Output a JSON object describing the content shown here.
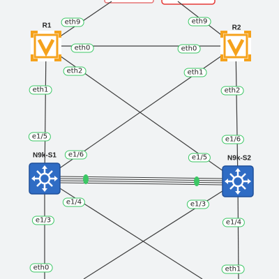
{
  "nodes": {
    "r1": {
      "label": "R1",
      "icon": "vyos-router-icon",
      "color": "#f5a21c"
    },
    "r2": {
      "label": "R2",
      "icon": "vyos-router-icon",
      "color": "#f5a21c"
    },
    "s1": {
      "label": "N9k-S1",
      "icon": "switch-icon",
      "color": "#2f6cc4"
    },
    "s2": {
      "label": "N9k-S2",
      "icon": "switch-icon",
      "color": "#2f6cc4"
    }
  },
  "interfaces": {
    "r1_top": "eth9",
    "r2_top": "eth9",
    "r1_r2_a": "eth0",
    "r1_r2_b": "eth0",
    "r1_down": "eth2",
    "r2_down": "eth1",
    "r1_s1": "eth1",
    "s1_r1": "e1/5",
    "r2_s2": "eth2",
    "s2_r2": "e1/6",
    "s1_r2": "e1/6",
    "s2_r1": "e1/5",
    "s1_cross": "e1/4",
    "s2_cross": "e1/3",
    "s1_down": "e1/3",
    "s2_down": "e1/4",
    "bottom_left": "eth0",
    "bottom_right": "eth1"
  },
  "colors": {
    "link": "#3d3d3d",
    "pill_border": "#3cc765",
    "top_node_border": "#e53935",
    "port_channel": "#3cc765"
  }
}
